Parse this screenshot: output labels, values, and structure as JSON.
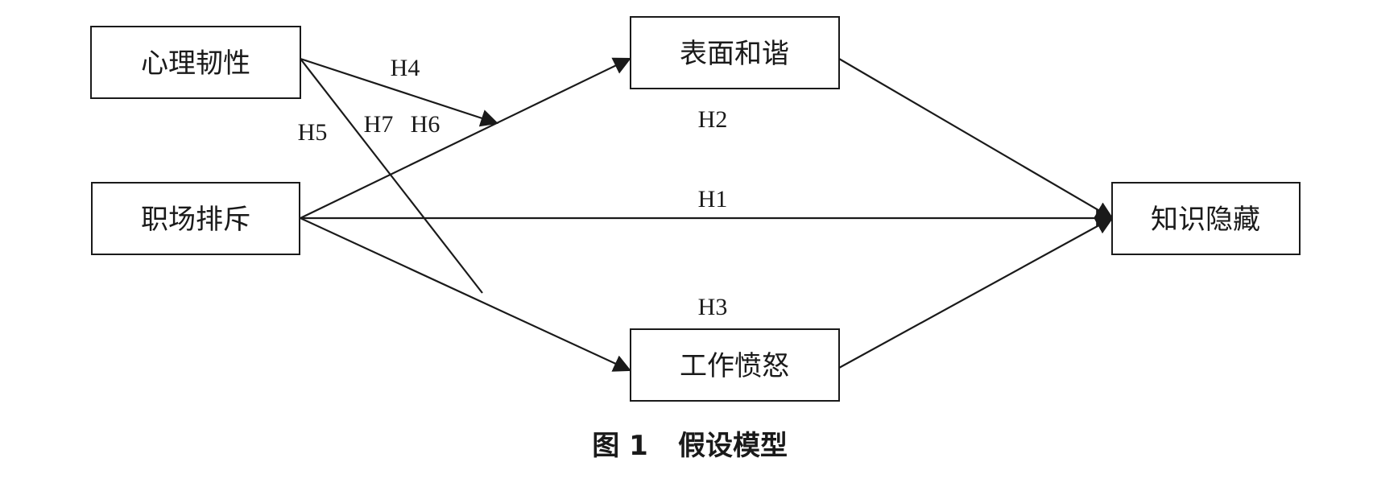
{
  "nodes": {
    "psychological_resilience": "心理韧性",
    "surface_harmony": "表面和谐",
    "workplace_ostracism": "职场排斥",
    "knowledge_hiding": "知识隐藏",
    "work_anger": "工作愤怒"
  },
  "hypotheses": {
    "h1": "H1",
    "h2": "H2",
    "h3": "H3",
    "h4": "H4",
    "h5": "H5",
    "h6": "H6",
    "h7": "H7"
  },
  "caption": {
    "figure_number": "图 1",
    "title": "假设模型"
  },
  "colors": {
    "ink": "#1a1a1a",
    "background": "#ffffff"
  }
}
